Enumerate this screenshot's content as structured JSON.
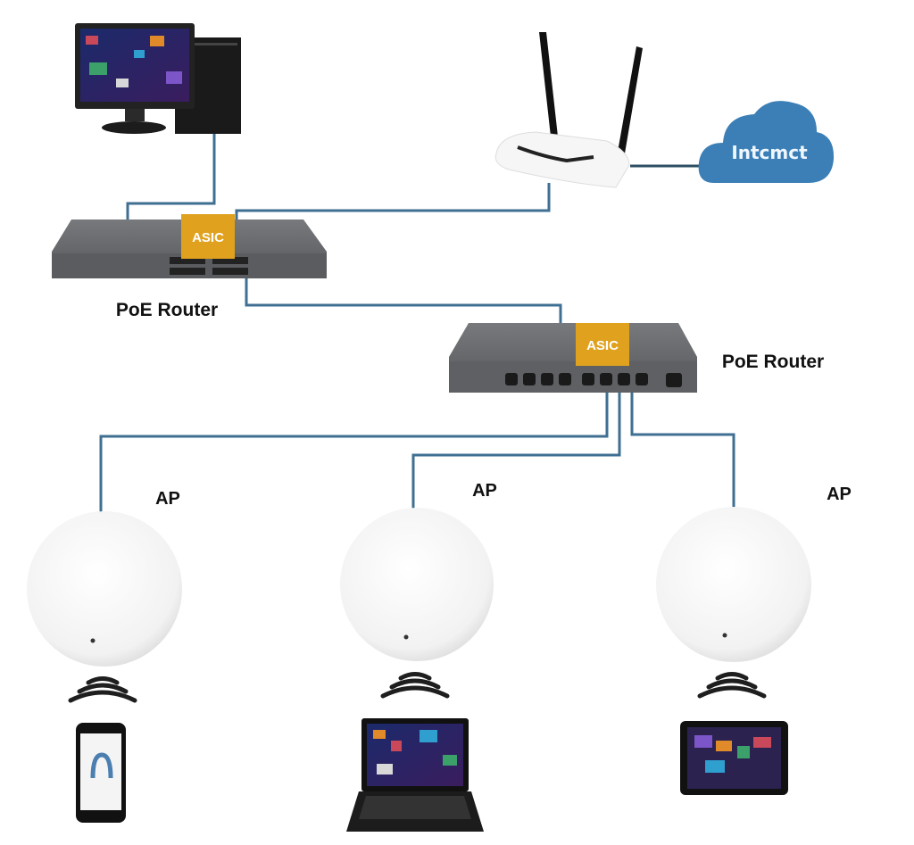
{
  "colors": {
    "cable": "#3f6f92",
    "cable_dark": "#2d4f63",
    "cloud": "#3b7fb6",
    "asic": "#e0a21e",
    "switch": "#5d5f62"
  },
  "nodes": {
    "desktop": {
      "icon": "desktop-computer-icon"
    },
    "wireless_router": {
      "icon": "wireless-router-icon"
    },
    "internet": {
      "label": "Intcmct",
      "icon": "cloud-icon"
    },
    "switch_main": {
      "label": "PoE Router",
      "chip": "ASIC"
    },
    "switch_secondary": {
      "label": "PoE Router",
      "chip": "ASIC"
    },
    "access_points": [
      {
        "label": "AP",
        "client": "smartphone"
      },
      {
        "label": "AP",
        "client": "laptop"
      },
      {
        "label": "AP",
        "client": "tablet"
      }
    ]
  }
}
